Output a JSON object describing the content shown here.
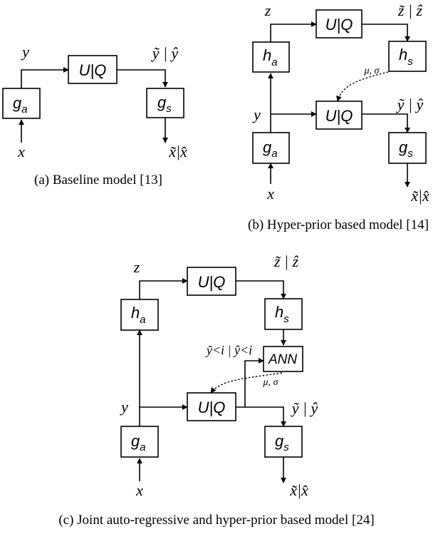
{
  "panel_a": {
    "caption": "(a) Baseline model [13]",
    "blocks": {
      "quantizer": "U|Q",
      "g_a_main": "g",
      "g_a_sub": "a",
      "g_s_main": "g",
      "g_s_sub": "s"
    },
    "signals": {
      "input": "x",
      "latent": "y",
      "quantized": "ỹ | ŷ",
      "output": "x̃|x̂"
    }
  },
  "panel_b": {
    "caption": "(b) Hyper-prior based model [14]",
    "blocks": {
      "quantizer_top": "U|Q",
      "quantizer_bottom": "U|Q",
      "g_a_main": "g",
      "g_a_sub": "a",
      "g_s_main": "g",
      "g_s_sub": "s",
      "h_a_main": "h",
      "h_a_sub": "a",
      "h_s_main": "h",
      "h_s_sub": "s"
    },
    "signals": {
      "input": "x",
      "latent": "y",
      "hyper_latent": "z",
      "hyper_quantized": "z̃ | ẑ",
      "params": "μ, σ",
      "quantized": "ỹ | ŷ",
      "output": "x̃|x̂"
    }
  },
  "panel_c": {
    "caption": "(c) Joint auto-regressive and hyper-prior based model [24]",
    "blocks": {
      "quantizer_top": "U|Q",
      "quantizer_bottom": "U|Q",
      "ann": "ANN",
      "g_a_main": "g",
      "g_a_sub": "a",
      "g_s_main": "g",
      "g_s_sub": "s",
      "h_a_main": "h",
      "h_a_sub": "a",
      "h_s_main": "h",
      "h_s_sub": "s"
    },
    "signals": {
      "input": "x",
      "latent": "y",
      "hyper_latent": "z",
      "hyper_quantized": "z̃ | ẑ",
      "context": "ỹ<i | ŷ<i",
      "params": "μ, σ",
      "quantized": "ỹ | ŷ",
      "output": "x̃|x̂"
    }
  }
}
